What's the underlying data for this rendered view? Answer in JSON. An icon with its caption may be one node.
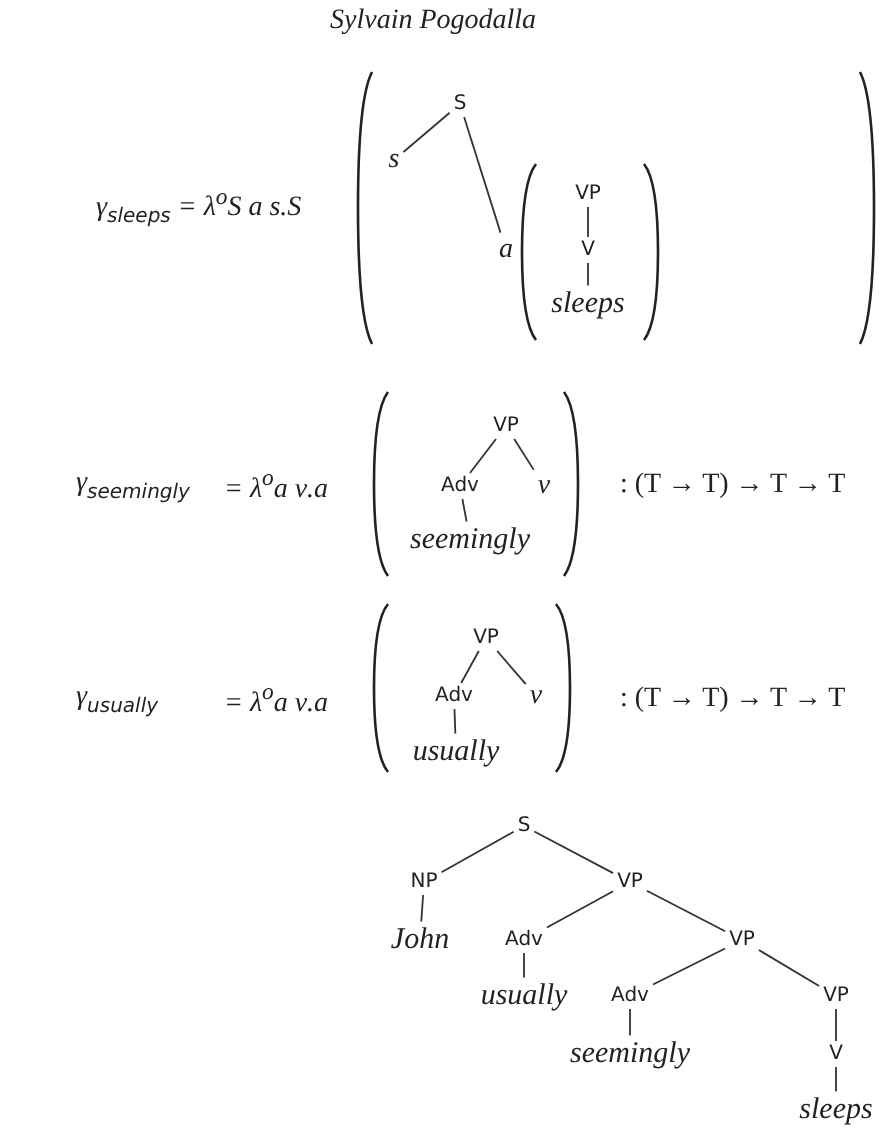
{
  "diagram": {
    "nodes": [
      {
        "text": [
          "S"
        ]
      },
      {
        "text": [
          "s"
        ]
      },
      {
        "text": [
          "a"
        ]
      },
      {
        "text": [
          "VP"
        ]
      },
      {
        "text": [
          "V"
        ]
      },
      {
        "text": [
          "sleeps"
        ]
      },
      {
        "text": [
          "VP"
        ]
      },
      {
        "text": [
          "Adv"
        ]
      },
      {
        "text": [
          "ν"
        ]
      },
      {
        "text": [
          "seemingly"
        ]
      },
      {
        "text": [
          "VP"
        ]
      },
      {
        "text": [
          "Adv"
        ]
      },
      {
        "text": [
          "ν"
        ]
      },
      {
        "text": [
          "usually"
        ]
      },
      {
        "text": [
          "S"
        ]
      },
      {
        "text": [
          "NP"
        ]
      },
      {
        "text": [
          "VP"
        ]
      },
      {
        "text": [
          "John"
        ]
      },
      {
        "text": [
          "Adv"
        ]
      },
      {
        "text": [
          "VP"
        ]
      },
      {
        "text": [
          "usually"
        ]
      },
      {
        "text": [
          "Adv"
        ]
      },
      {
        "text": [
          "VP"
        ]
      },
      {
        "text": [
          "seemingly"
        ]
      },
      {
        "text": [
          "V"
        ]
      },
      {
        "text": [
          "sleeps"
        ]
      }
    ],
    "edges": [
      {
        "from": 0,
        "to": 1,
        "arrow": "none"
      },
      {
        "from": 0,
        "to": 2,
        "arrow": "none"
      },
      {
        "from": 3,
        "to": 4,
        "arrow": "none"
      },
      {
        "from": 4,
        "to": 5,
        "arrow": "none"
      },
      {
        "from": 6,
        "to": 7,
        "arrow": "none"
      },
      {
        "from": 6,
        "to": 8,
        "arrow": "none"
      },
      {
        "from": 7,
        "to": 9,
        "arrow": "none"
      },
      {
        "from": 10,
        "to": 11,
        "arrow": "none"
      },
      {
        "from": 10,
        "to": 12,
        "arrow": "none"
      },
      {
        "from": 11,
        "to": 13,
        "arrow": "none"
      },
      {
        "from": 14,
        "to": 15,
        "arrow": "none"
      },
      {
        "from": 14,
        "to": 16,
        "arrow": "none"
      },
      {
        "from": 15,
        "to": 17,
        "arrow": "none"
      },
      {
        "from": 16,
        "to": 18,
        "arrow": "none"
      },
      {
        "from": 16,
        "to": 19,
        "arrow": "none"
      },
      {
        "from": 18,
        "to": 20,
        "arrow": "none"
      },
      {
        "from": 19,
        "to": 21,
        "arrow": "none"
      },
      {
        "from": 19,
        "to": 22,
        "arrow": "none"
      },
      {
        "from": 21,
        "to": 23,
        "arrow": "none"
      },
      {
        "from": 22,
        "to": 24,
        "arrow": "none"
      },
      {
        "from": 24,
        "to": 25,
        "arrow": "none"
      }
    ],
    "labels": [
      "Sylvain Pogodalla",
      "γ$_{sleeps}$ = λ$^{o}$S a s.S",
      "γ$_{seemingly}$",
      "= λ$^{o}$a ν.a",
      ": (T → T) → T → T",
      "γ$_{usually}$",
      "= λ$^{o}$a ν.a",
      ": (T → T) → T → T"
    ]
  }
}
